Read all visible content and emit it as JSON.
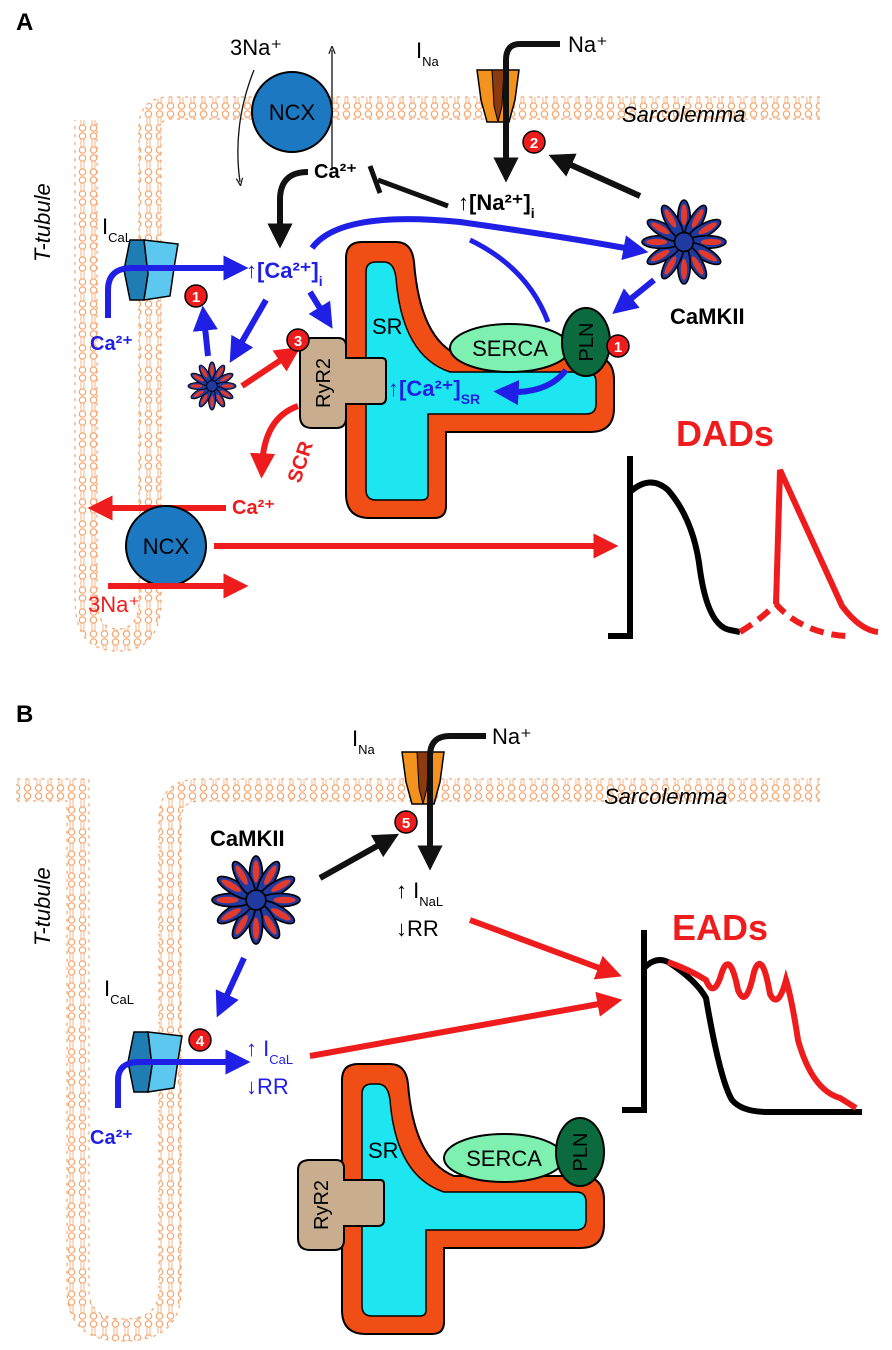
{
  "colors": {
    "membrane": "#f4a46b",
    "blue_arrow": "#1f1fe6",
    "red_arrow": "#ee1c1c",
    "black": "#111111",
    "sr_fill": "#1ee6f0",
    "sr_border": "#f04e14",
    "ncx": "#1c78c0",
    "ltcc_light": "#5cc8f0",
    "ltcc_dark": "#1f7db3",
    "nav_orange": "#f4921e",
    "nav_dark": "#8c3a10",
    "serca": "#7ef0b0",
    "pln": "#0b6b3f",
    "ryr2": "#c8ad8e",
    "badge": "#ee1c1c"
  },
  "icons": [
    "star-icon",
    "camkii-rosette-icon",
    "ion-channel-icon",
    "exchanger-icon"
  ],
  "panel_a": {
    "label": "A",
    "ncx_top": {
      "label": "NCX",
      "ion": "3Na⁺"
    },
    "ina": {
      "label_main": "I",
      "label_sub": "Na",
      "ion": "Na⁺",
      "badge": "2"
    },
    "sarcolemma": "Sarcolemma",
    "ttubule": "T-tubule",
    "ca_top": "Ca²⁺",
    "na_i": {
      "main": "↑[Na²⁺]",
      "sub": "i"
    },
    "camkii": "CaMKII",
    "ical": {
      "label_main": "I",
      "label_sub": "CaL",
      "ion": "Ca²⁺",
      "badge": "1"
    },
    "ca_i": {
      "main": "↑[Ca²⁺]",
      "sub": "i"
    },
    "sr": "SR",
    "serca": "SERCA",
    "pln": {
      "label": "PLN",
      "badge": "1"
    },
    "ryr2": {
      "label": "RyR2",
      "badge": "3"
    },
    "ca_sr": {
      "main": "↑[Ca²⁺]",
      "sub": "SR"
    },
    "scr": "SCR",
    "ca_out": "Ca²⁺",
    "ncx_bottom": {
      "label": "NCX",
      "ion": "3Na⁺"
    },
    "dads": "DADs"
  },
  "panel_b": {
    "label": "B",
    "ina": {
      "label_main": "I",
      "label_sub": "Na",
      "ion": "Na⁺",
      "badge": "5"
    },
    "sarcolemma": "Sarcolemma",
    "ttubule": "T-tubule",
    "camkii": "CaMKII",
    "inal": {
      "line1_main": "↑ I",
      "line1_sub": "NaL",
      "line2": "↓RR"
    },
    "ical": {
      "label_main": "I",
      "label_sub": "CaL",
      "ion": "Ca²⁺",
      "badge": "4"
    },
    "ical_effect": {
      "line1_main": "↑ I",
      "line1_sub": "CaL",
      "line2": "↓RR"
    },
    "sr": "SR",
    "serca": "SERCA",
    "pln": "PLN",
    "ryr2": "RyR2",
    "eads": "EADs"
  }
}
